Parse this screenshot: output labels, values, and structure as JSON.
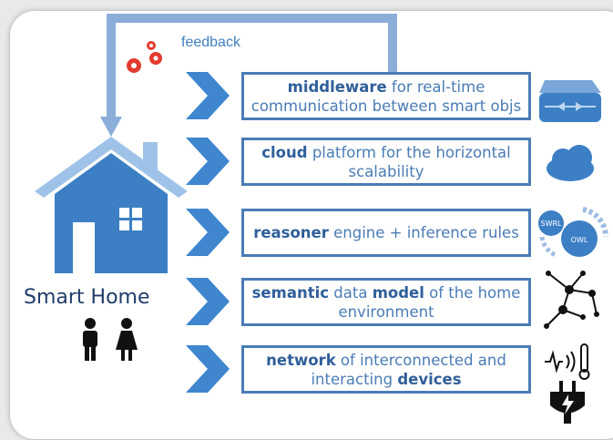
{
  "feedback": {
    "label": "feedback"
  },
  "home": {
    "title": "Smart Home"
  },
  "layers": [
    {
      "key": "middleware",
      "parts": [
        {
          "text": "middleware",
          "bold": true
        },
        {
          "text": " for real-time communication between smart objs",
          "bold": false
        }
      ],
      "icon": "server-icon"
    },
    {
      "key": "cloud",
      "parts": [
        {
          "text": "cloud",
          "bold": true
        },
        {
          "text": " platform for the horizontal scalability",
          "bold": false
        }
      ],
      "icon": "cloud-icon"
    },
    {
      "key": "reasoner",
      "parts": [
        {
          "text": "reasoner",
          "bold": true
        },
        {
          "text": " engine + inference rules",
          "bold": false
        }
      ],
      "icon": "swrl-owl-gears-icon"
    },
    {
      "key": "semantic",
      "parts": [
        {
          "text": "semantic",
          "bold": true
        },
        {
          "text": " data ",
          "bold": false
        },
        {
          "text": "model",
          "bold": true
        },
        {
          "text": " of the home environment",
          "bold": false
        }
      ],
      "icon": "graph-network-icon"
    },
    {
      "key": "network",
      "parts": [
        {
          "text": "network",
          "bold": true
        },
        {
          "text": " of interconnected and interacting ",
          "bold": false
        },
        {
          "text": "devices",
          "bold": true
        }
      ],
      "icon": "sensor-plug-icon"
    }
  ],
  "icons": {
    "swrl": "SWRL",
    "owl": "OWL"
  },
  "colors": {
    "accent": "#4a7cb6",
    "arrow": "#3f86cf",
    "house": "#3c7fc4",
    "roof": "#5d9ad6",
    "feedback_path": "#8aaed8",
    "gear": "#e23b2e"
  }
}
